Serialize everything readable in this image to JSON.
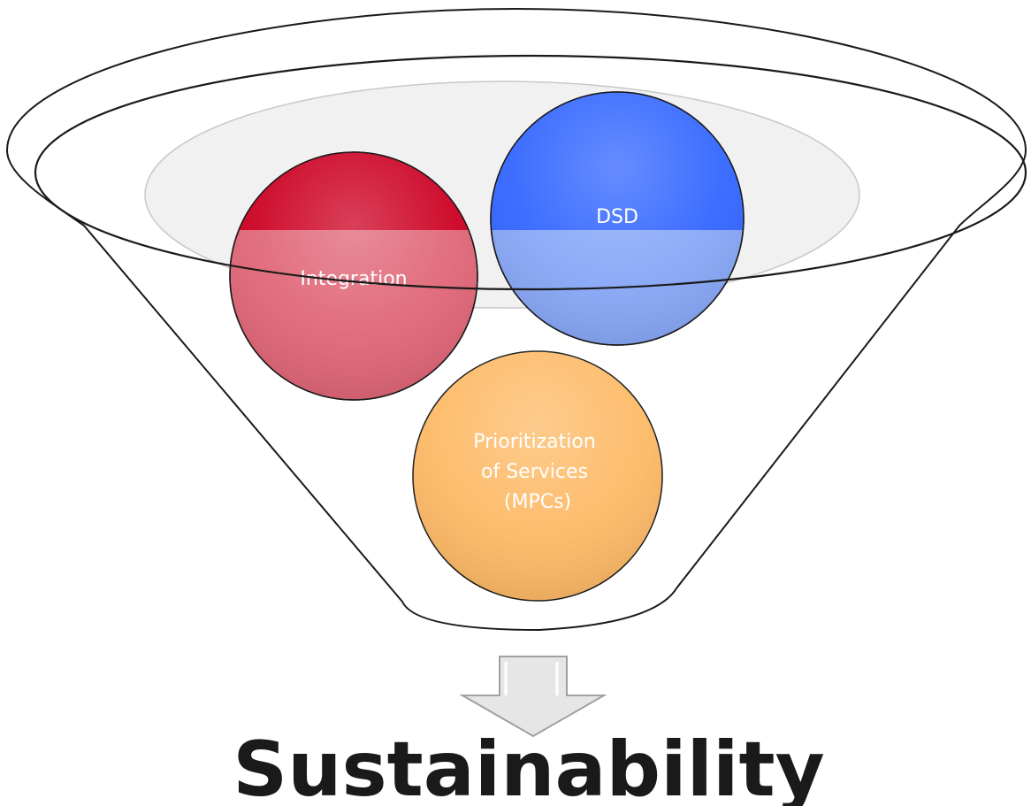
{
  "diagram": {
    "type": "funnel",
    "inputs": [
      {
        "label": "Integration",
        "color": "#CC0022"
      },
      {
        "label": "DSD",
        "color": "#3366FF"
      },
      {
        "label": "Prioritization of Services (MPCs)",
        "lines": [
          "Prioritization",
          "of Services",
          "(MPCs)"
        ],
        "color": "#FDBA67"
      }
    ],
    "output": {
      "label": "Sustainability"
    },
    "colors": {
      "funnel_outline": "#1a1a1a",
      "funnel_inner": "#f0f0f0",
      "arrow_fill": "#e6e6e6",
      "arrow_stroke": "#a0a0a0"
    }
  }
}
